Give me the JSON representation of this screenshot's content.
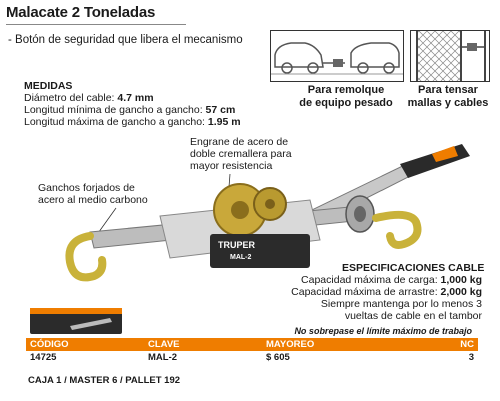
{
  "title": "Malacate 2 Toneladas",
  "feature": "- Botón de seguridad que libera el mecanismo",
  "medidas": {
    "heading": "MEDIDAS",
    "rows": [
      {
        "label": "Diámetro del cable: ",
        "value": "4.7 mm"
      },
      {
        "label": "Longitud mínima de gancho a gancho: ",
        "value": "57 cm"
      },
      {
        "label": "Longitud máxima de gancho a gancho: ",
        "value": "1.95 m"
      }
    ]
  },
  "callouts": {
    "engrane": [
      "Engrane de acero de",
      "doble cremallera para",
      "mayor resistencia"
    ],
    "ganchos": [
      "Ganchos forjados de",
      "acero al medio carbono"
    ]
  },
  "usages": {
    "remolque": [
      "Para remolque",
      "de equipo pesado"
    ],
    "mallas": [
      "Para tensar",
      "mallas y cables"
    ]
  },
  "tool_brand": "TRUPER",
  "tool_model": "MAL-2",
  "cable": {
    "heading": "ESPECIFICACIONES CABLE",
    "lines": [
      {
        "label": "Capacidad máxima de carga: ",
        "value": "1,000 kg"
      },
      {
        "label": "Capacidad máxima de arrastre: ",
        "value": "2,000 kg"
      },
      {
        "label": "Siempre mantenga por lo menos 3",
        "value": ""
      },
      {
        "label": "vueltas de cable en el tambor",
        "value": ""
      }
    ]
  },
  "note": "No sobrepase el límite máximo de trabajo",
  "table": {
    "headers": [
      "CÓDIGO",
      "CLAVE",
      "MAYOREO",
      "NC"
    ],
    "row": [
      "14725",
      "MAL-2",
      "$ 605",
      "3"
    ]
  },
  "packaging": "CAJA 1 / MASTER 6 / PALLET 192",
  "colors": {
    "accent": "#ef7d00",
    "brand_box": "#2b2b2b",
    "hook": "#c9b23a"
  }
}
